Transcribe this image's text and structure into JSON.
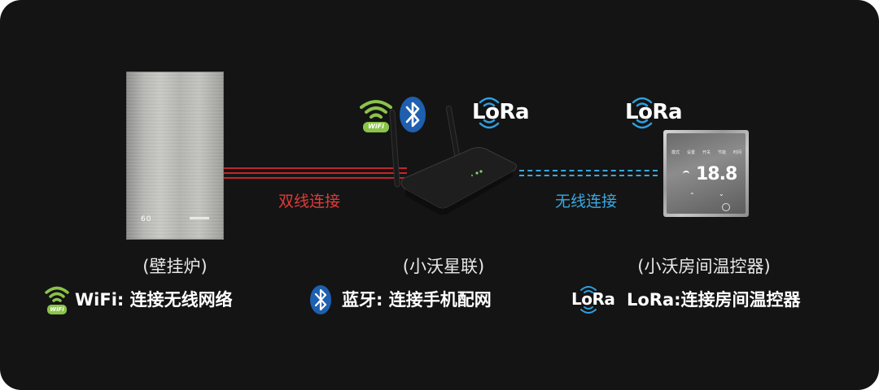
{
  "devices": {
    "boiler": {
      "label": "(壁挂炉)",
      "display_value": "60"
    },
    "gateway": {
      "label": "(小沃星联)"
    },
    "thermostat": {
      "label": "(小沃房间温控器)",
      "temperature": "18.8",
      "top_icons": [
        "模式",
        "设置",
        "开关",
        "节能",
        "时间"
      ]
    }
  },
  "links": {
    "wired": {
      "text": "双线连接",
      "color": "#e23a3a"
    },
    "wireless": {
      "text": "无线连接",
      "color": "#3aa8e0"
    }
  },
  "badges": {
    "wifi_text": "WiFi",
    "lora_text_gateway": "LoRa",
    "lora_text_thermostat": "LoRa"
  },
  "legend": {
    "wifi": {
      "icon_text": "WiFi",
      "text": "WiFi: 连接无线网络"
    },
    "bluetooth": {
      "text": "蓝牙: 连接手机配网"
    },
    "lora": {
      "icon_text": "LoRa",
      "text": "LoRa:连接房间温控器"
    }
  },
  "colors": {
    "background": "#141414",
    "wifi_green": "#8bc34a",
    "bluetooth_blue": "#1e5fb0",
    "lora_wave_blue": "#2f9fe0",
    "wire_red": "#c0272d",
    "wireless_blue": "#3aa8e0"
  }
}
